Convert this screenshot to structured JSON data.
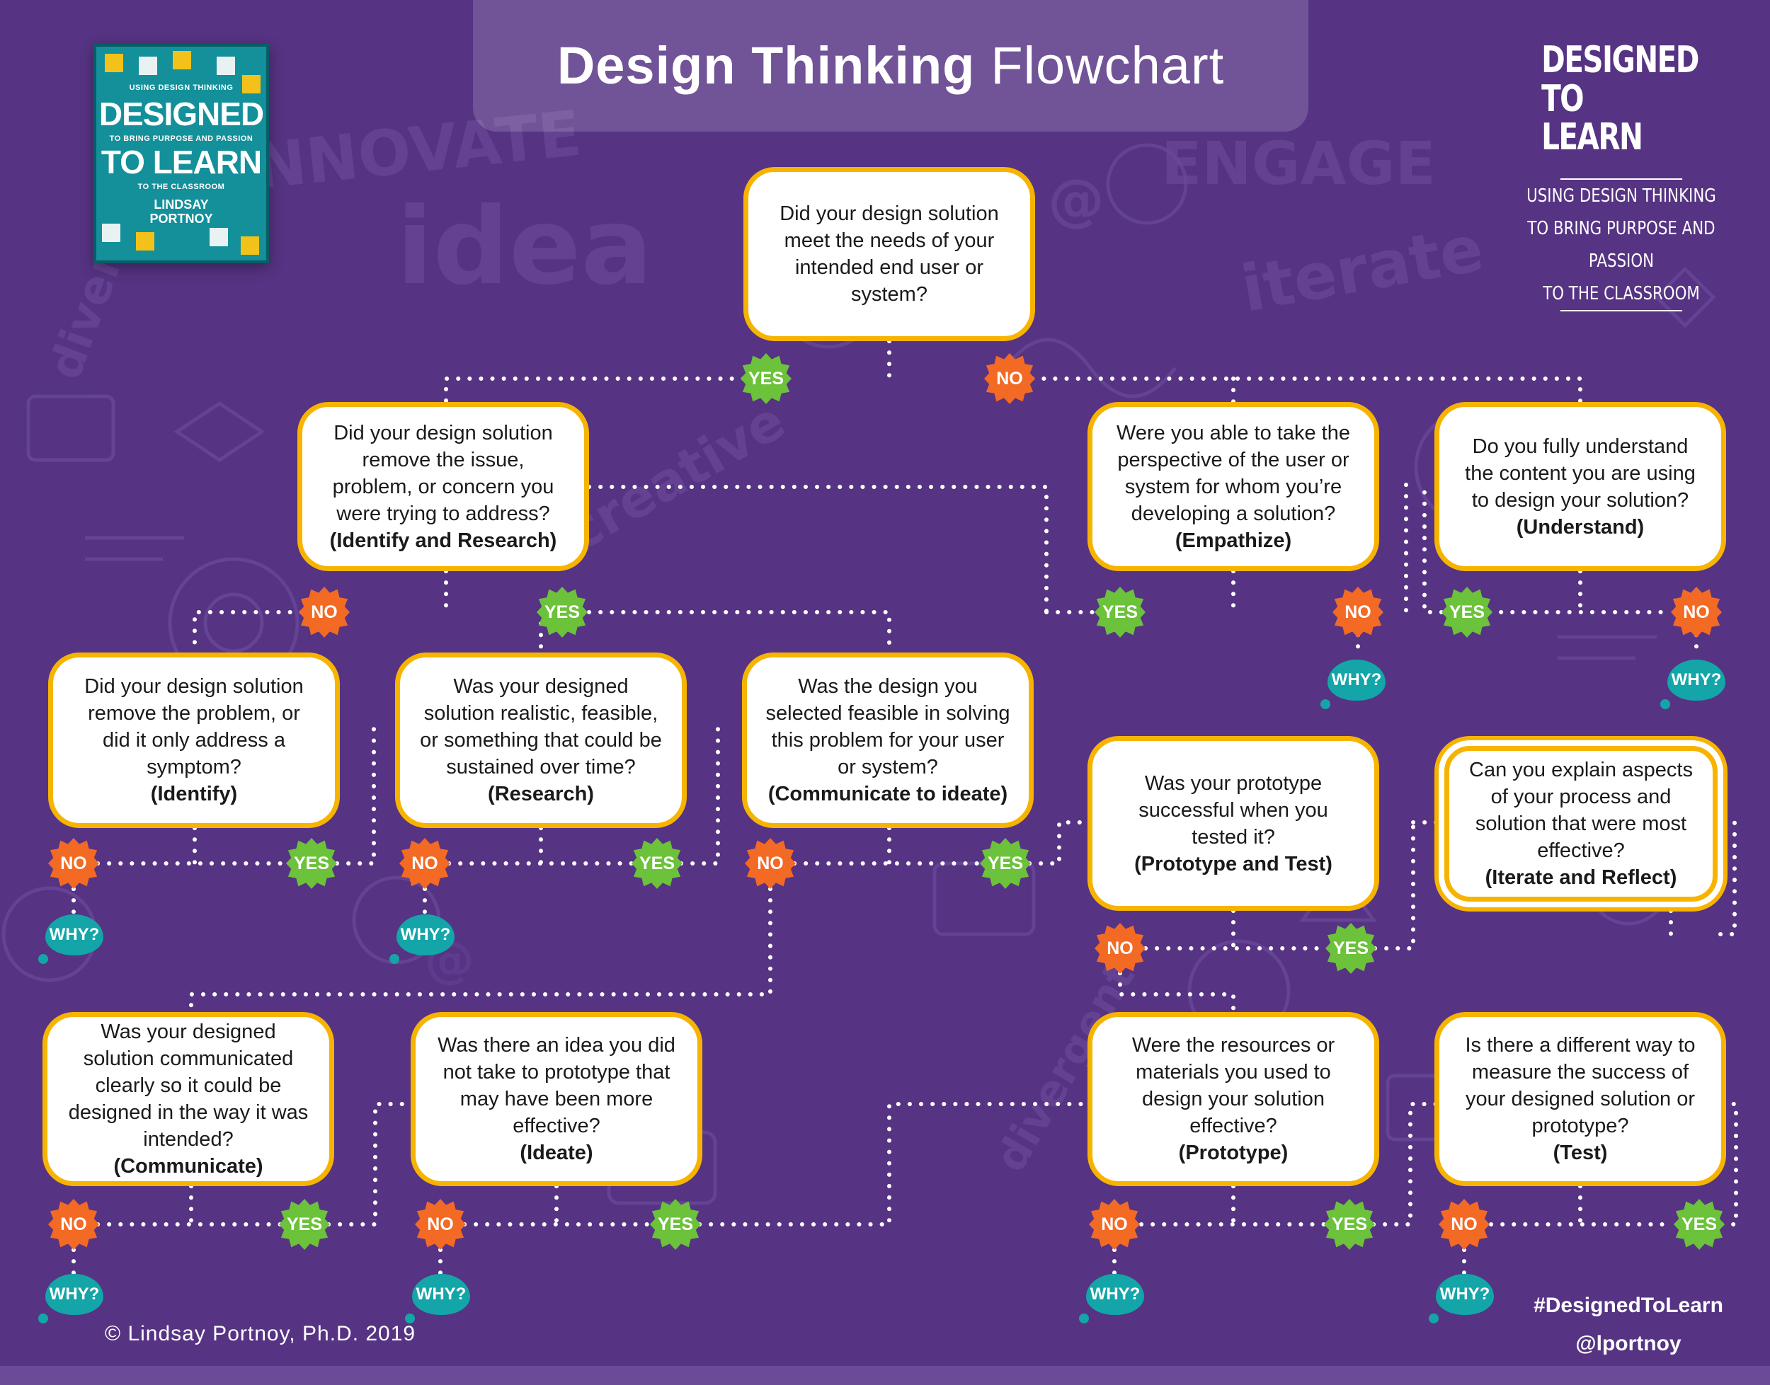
{
  "title": {
    "bold": "Design Thinking",
    "light": "Flowchart"
  },
  "book": {
    "tagline": "USING DESIGN THINKING",
    "title_line1": "DESIGNED",
    "subtitle": "TO BRING PURPOSE AND PASSION",
    "title_line2": "TO LEARN",
    "subtitle2": "TO THE CLASSROOM",
    "author_line1": "LINDSAY",
    "author_line2": "PORTNOY"
  },
  "brand": {
    "title_line1": "DESIGNED",
    "title_line2": "TO LEARN",
    "sub_line1": "USING DESIGN THINKING",
    "sub_line2": "TO BRING PURPOSE AND PASSION",
    "sub_line3": "TO THE CLASSROOM"
  },
  "nodes": {
    "root": {
      "q": "Did your design solution meet the needs of your intended end user or system?"
    },
    "identify_research": {
      "q": "Did your design solution remove the issue, problem, or concern you were trying to address?",
      "tag": "(Identify and Research)"
    },
    "empathize": {
      "q": "Were you able to take the perspective of the user or system for whom you’re developing a solution?",
      "tag": "(Empathize)"
    },
    "understand": {
      "q": "Do you fully understand the content you are using to design your solution?",
      "tag": "(Understand)"
    },
    "identify": {
      "q": "Did your design solution remove the problem, or did it only address a symptom?",
      "tag": "(Identify)"
    },
    "research": {
      "q": "Was your designed solution realistic, feasible, or something that could be sustained over time?",
      "tag": "(Research)"
    },
    "communicate_ideate": {
      "q": "Was the design you selected feasible in solving this problem for your user or system?",
      "tag": "(Communicate to ideate)"
    },
    "prototype_test": {
      "q": "Was your prototype successful when you tested it?",
      "tag": "(Prototype and Test)"
    },
    "iterate_reflect": {
      "q": "Can you explain aspects of your process and solution that were most effective?",
      "tag": "(Iterate and Reflect)"
    },
    "communicate": {
      "q": "Was your designed solution communicated clearly so it could be designed in the way it was intended?",
      "tag": "(Communicate)"
    },
    "ideate": {
      "q": "Was there an idea you did not take to prototype that may have been more effective?",
      "tag": "(Ideate)"
    },
    "prototype": {
      "q": "Were the resources or materials you used to design your solution effective?",
      "tag": "(Prototype)"
    },
    "test": {
      "q": "Is there a different way to measure the success of your designed solution or prototype?",
      "tag": "(Test)"
    }
  },
  "labels": {
    "yes": "YES",
    "no": "NO",
    "why": "WHY?"
  },
  "footer": {
    "copyright": "© Lindsay Portnoy, Ph.D. 2019",
    "hashtag": "#DesignedToLearn",
    "handle": "@lportnoy"
  },
  "colors": {
    "background": "#563383",
    "box_border": "#f6b400",
    "yes": "#6cc23a",
    "no": "#f36a25",
    "why": "#14a5a8"
  }
}
